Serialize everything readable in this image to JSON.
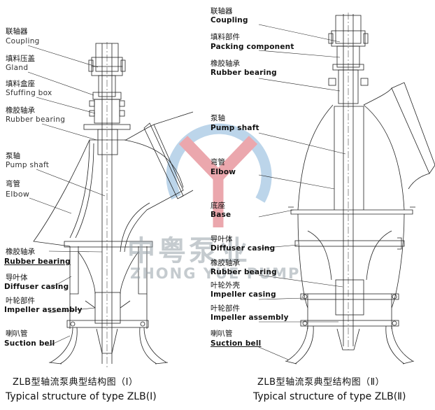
{
  "watermark": {
    "brand_cn": "中粤泵业",
    "brand_en": "ZHONG YUE PUMP",
    "ring_color": "#a6c8e3",
    "y_color": "#e58a92"
  },
  "figure1": {
    "labels": [
      {
        "cn": "联轴器",
        "en": "Coupling"
      },
      {
        "cn": "填料压盖",
        "en": "Gland"
      },
      {
        "cn": "填料盒座",
        "en": "Sfuffing box"
      },
      {
        "cn": "橡胶轴承",
        "en": "Rubber bearing"
      },
      {
        "cn": "泵轴",
        "en": "Pump shaft"
      },
      {
        "cn": "弯管",
        "en": "Elbow"
      },
      {
        "cn": "橡胶轴承",
        "en": "Rubber bearing"
      },
      {
        "cn": "导叶体",
        "en": "Diffuser casing"
      },
      {
        "cn": "叶轮部件",
        "en": "Impeller assembly"
      },
      {
        "cn": "喇叭管",
        "en": "Suction bell"
      }
    ],
    "caption_cn": "ZLB型轴流泵典型结构图（Ⅰ）",
    "caption_en": "Typical structure of type ZLB(Ⅰ)"
  },
  "figure2": {
    "labels": [
      {
        "cn": "联轴器",
        "en": "Coupling"
      },
      {
        "cn": "填料部件",
        "en": "Packing component"
      },
      {
        "cn": "橡胶轴承",
        "en": "Rubber bearing"
      },
      {
        "cn": "泵轴",
        "en": "Pump shaft"
      },
      {
        "cn": "弯管",
        "en": "Elbow"
      },
      {
        "cn": "底座",
        "en": "Base"
      },
      {
        "cn": "导叶体",
        "en": "Diffuser casing"
      },
      {
        "cn": "橡胶轴承",
        "en": "Rubber bearing"
      },
      {
        "cn": "叶轮外壳",
        "en": "Impeller casing"
      },
      {
        "cn": "叶轮部件",
        "en": "Impeller assembly"
      },
      {
        "cn": "喇叭管",
        "en": "Suction bell"
      }
    ],
    "caption_cn": "ZLB型轴流泵典型结构图（Ⅱ）",
    "caption_en": "Typical structure of type ZLB(Ⅱ)"
  }
}
